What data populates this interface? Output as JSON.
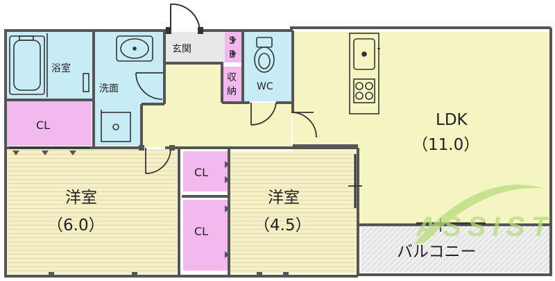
{
  "rooms": {
    "bath": "浴室",
    "washroom": "洗面",
    "entrance": "玄関",
    "shoe_box": [
      "S",
      "B"
    ],
    "storage": [
      "収",
      "納"
    ],
    "toilet": "WC",
    "ldk_name": "LDK",
    "ldk_size": "（11.0）",
    "closet_left": "CL",
    "closet_mid_top": "CL",
    "closet_mid_bottom": "CL",
    "western_left_name": "洋室",
    "western_left_size": "（6.0）",
    "western_right_name": "洋室",
    "western_right_size": "（4.5）",
    "balcony": "バルコニー"
  },
  "watermark": {
    "text": "ASSIST"
  },
  "colors": {
    "wall": "#555555",
    "bath_blue": "#c8ecf6",
    "closet_pink": "#f1b9ee",
    "floor_yellow": "#f5f5c4",
    "tatami_cream": "#f5f0c8",
    "balcony_grey": "#ececec",
    "watermark_green": "#b7dc7c"
  }
}
